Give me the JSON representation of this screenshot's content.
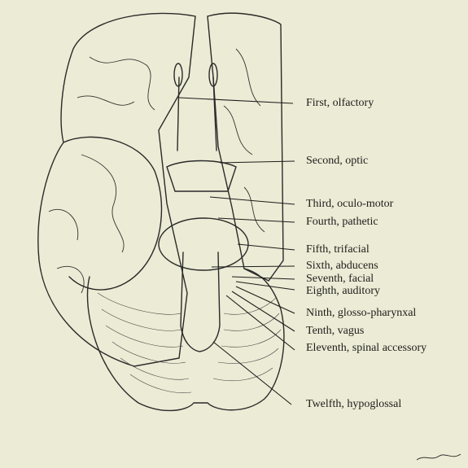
{
  "labels": {
    "first": "First, olfactory",
    "second": "Second, optic",
    "third": "Third, oculo-motor",
    "fourth": "Fourth, pathetic",
    "fifth": "Fifth, trifacial",
    "sixth": "Sixth, abducens",
    "seventh": "Seventh, facial",
    "eighth": "Eighth, auditory",
    "ninth": "Ninth, glosso-pharynxal",
    "tenth": "Tenth, vagus",
    "eleventh": "Eleventh, spinal accessory",
    "twelfth": "Twelfth, hypoglossal"
  },
  "colors": {
    "background": "#ecebd5",
    "ink": "#1c1c1c"
  }
}
